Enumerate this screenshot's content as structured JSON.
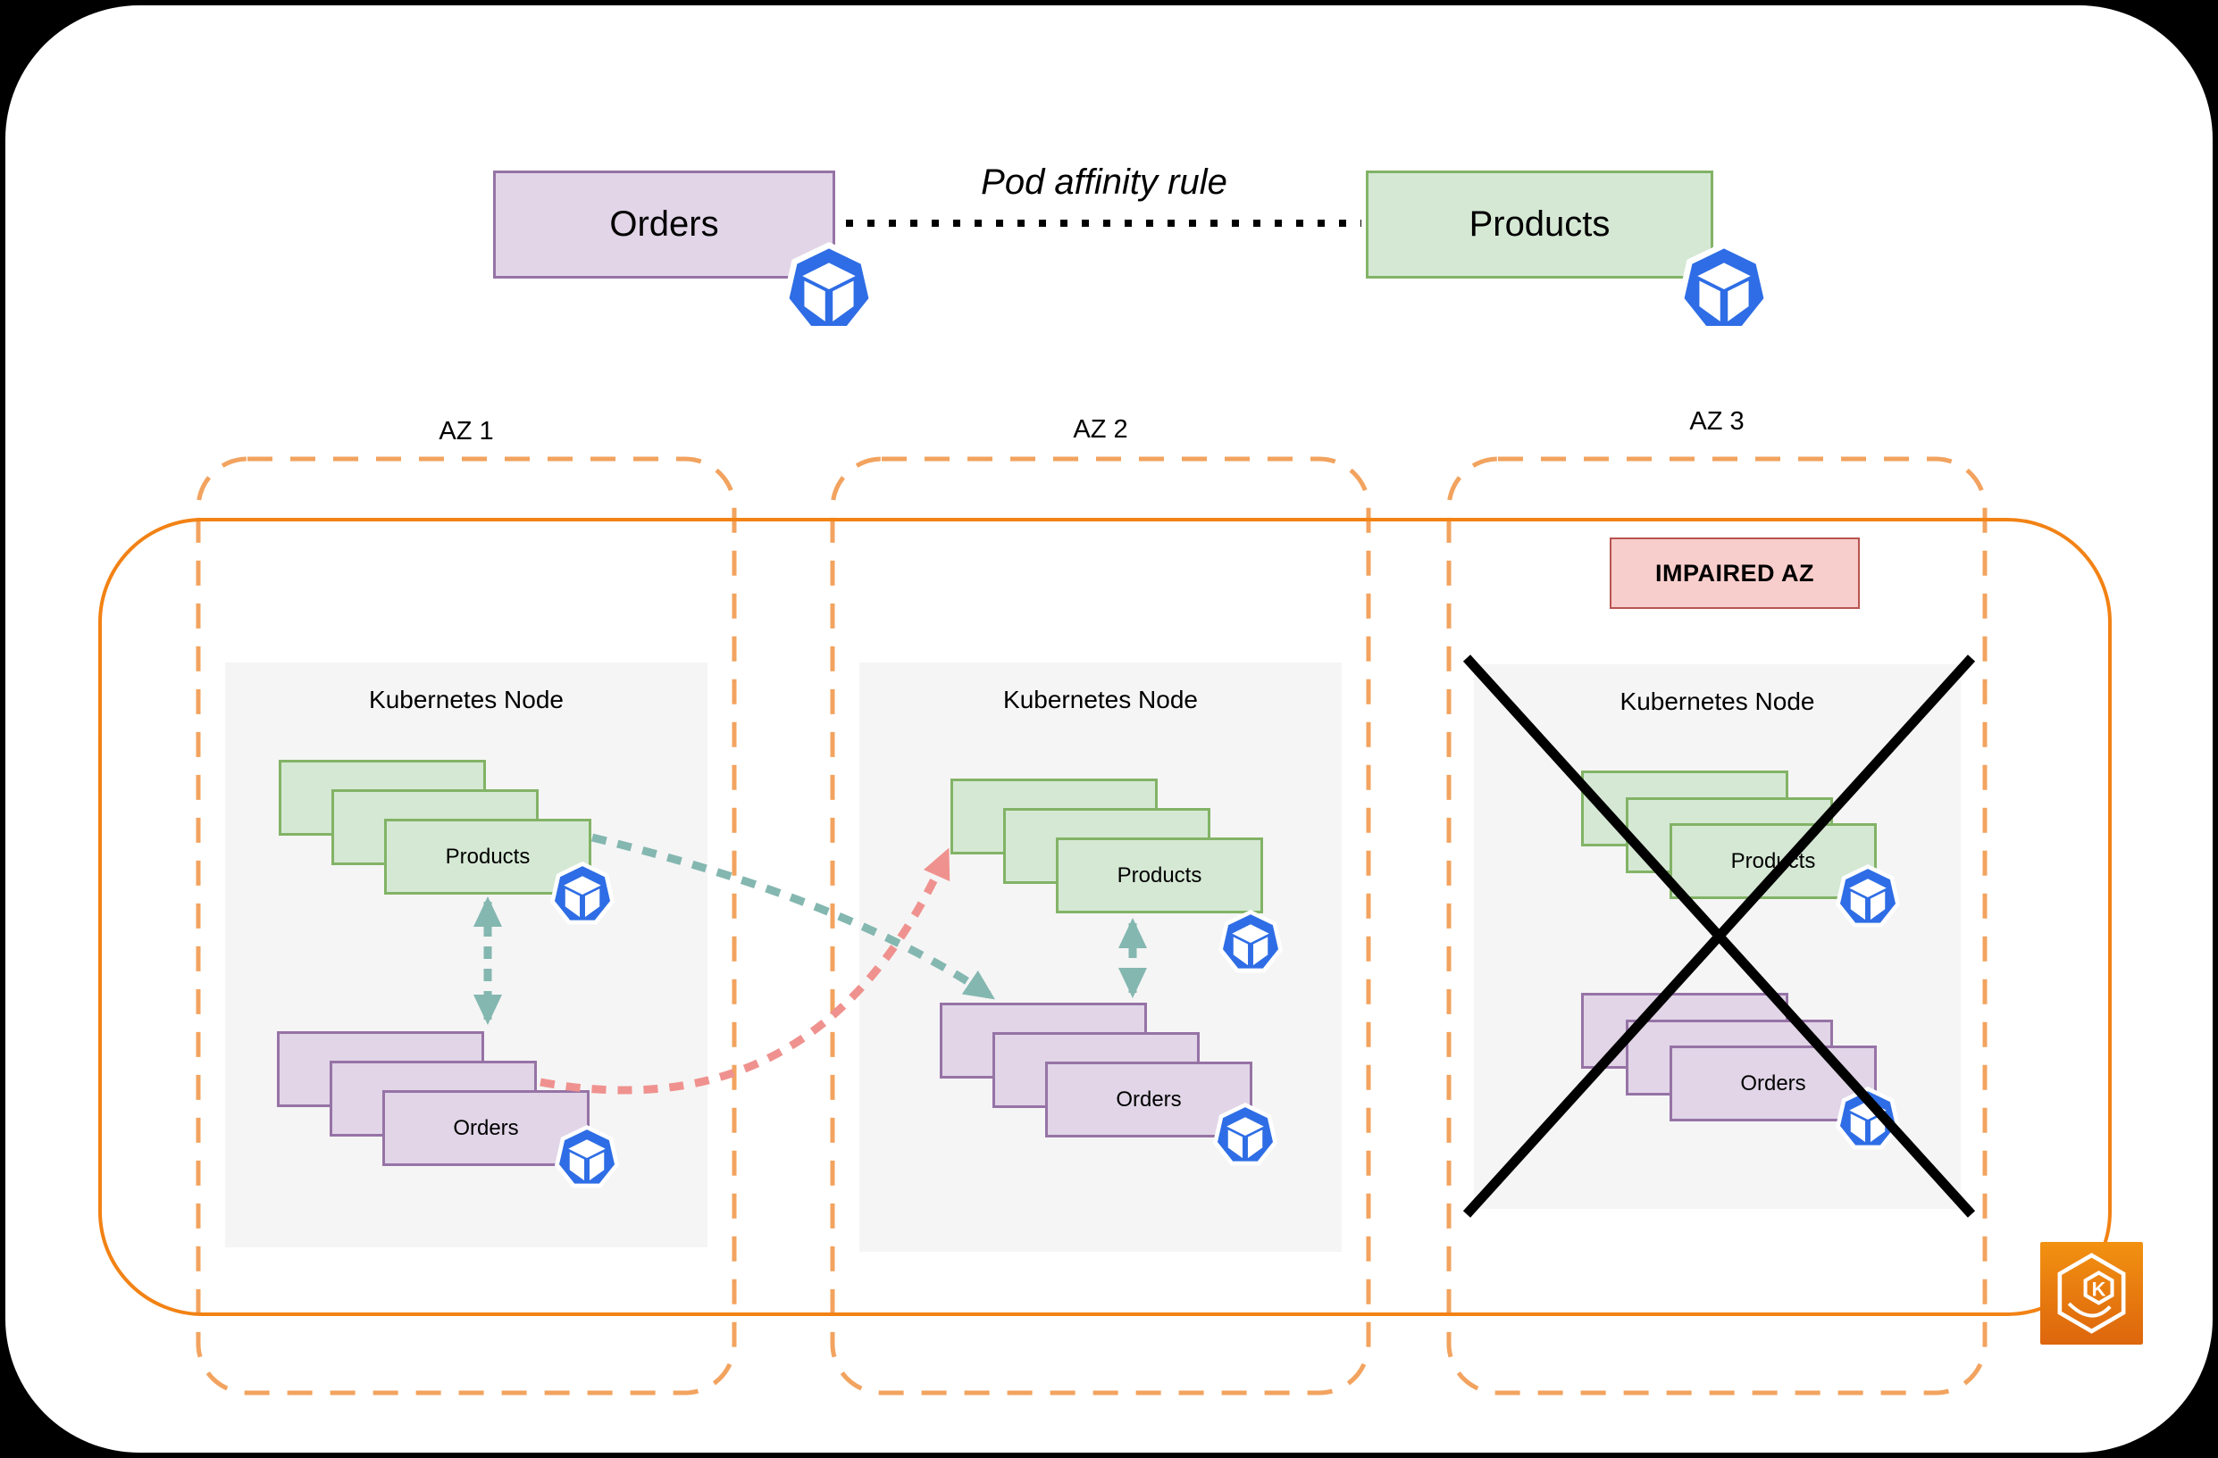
{
  "header": {
    "orders_service": "Orders",
    "products_service": "Products",
    "affinity_label": "Pod affinity rule"
  },
  "zones": [
    {
      "name": "AZ 1"
    },
    {
      "name": "AZ 2"
    },
    {
      "name": "AZ 3",
      "status_badge": "IMPAIRED AZ"
    }
  ],
  "node_title": "Kubernetes Node",
  "pods": {
    "products": "Products",
    "orders": "Orders"
  },
  "eks_icon_letter": "K",
  "colors": {
    "az_dashed_border": "#F2A35F",
    "cluster_border": "#F28214",
    "service_purple_fill": "#E1D5E7",
    "service_purple_border": "#9673A6",
    "service_green_fill": "#D5E8D4",
    "service_green_border": "#82B366",
    "node_fill": "#F5F5F5",
    "affinity_arrow_teal": "#84B7B0",
    "violation_arrow_pink": "#EF928F",
    "impaired_fill": "#F8CECC",
    "impaired_border": "#B85450",
    "pod_icon_blue": "#2E6DE5",
    "eks_orange_top": "#F29111",
    "eks_orange_bottom": "#DD660D",
    "failure_cross": "#000000",
    "affinity_dotted_line": "#000000"
  }
}
